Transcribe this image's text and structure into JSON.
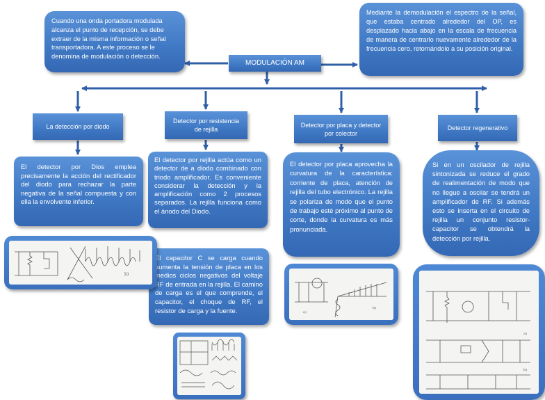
{
  "center": {
    "title": "MODULACIÓN AM"
  },
  "intro_left": {
    "text": "Cuando una onda portadora modulada alcanza el punto de recepción, se debe extraer de la misma información o señal transportadora. A este proceso se le denomina de modulación o detección."
  },
  "intro_right": {
    "text": "Mediante la demodulación el espectro de la señal, que estaba centrado alrededor del OP, es desplazado hacia abajo en la escala de frecuencia de manera de centrarlo nuevamente alrededor de la frecuencia cero, retornándolo a su posición original."
  },
  "branches": [
    {
      "title": "La detección por diodo",
      "descriptions": [
        "El detector por Dios emplea precisamente la acción del rectificador del diodo para rechazar la parte negativa de la señal compuesta y con ella la envolvente inferior."
      ]
    },
    {
      "title": "Detector por resistencia de rejilla",
      "descriptions": [
        "El detector por rejilla actúa como un detector de a diodo combinado con triodo amplificador. Es conveniente considerar la detección y la amplificación como 2 procesos separados. La rejilla funciona como el ánodo del Diodo.",
        "El capacitor C se carga cuando aumenta la tensión de placa en los medios ciclos negativos del voltaje RF de entrada en la rejilla. El camino de carga es el que comprende, el capacitor, el choque de RF, el resistor de carga y la fuente."
      ]
    },
    {
      "title": "Detector por placa y detector por colector",
      "descriptions": [
        "El detector por placa aprovecha la curvatura de la característica: corriente de placa, atención de rejilla del tubo electrónico. La rejilla se polariza de modo que el punto de trabajo esté próximo al punto de corte, donde la curvatura es más pronunciada."
      ]
    },
    {
      "title": "Detector regenerativo",
      "descriptions": [
        "Si en un oscilador de rejilla sintonizada se reduce el grado de realimentación de modo que no llegue a oscilar se tendrá un amplificador de RF. Si además esto se inserta en el circuito de rejilla un conjunto resistor-capacitor se obtendrá la detección por rejilla."
      ]
    }
  ],
  "colors": {
    "box": "#4a82cc",
    "arrow": "#2f5fa6",
    "text": "#ffffff"
  }
}
